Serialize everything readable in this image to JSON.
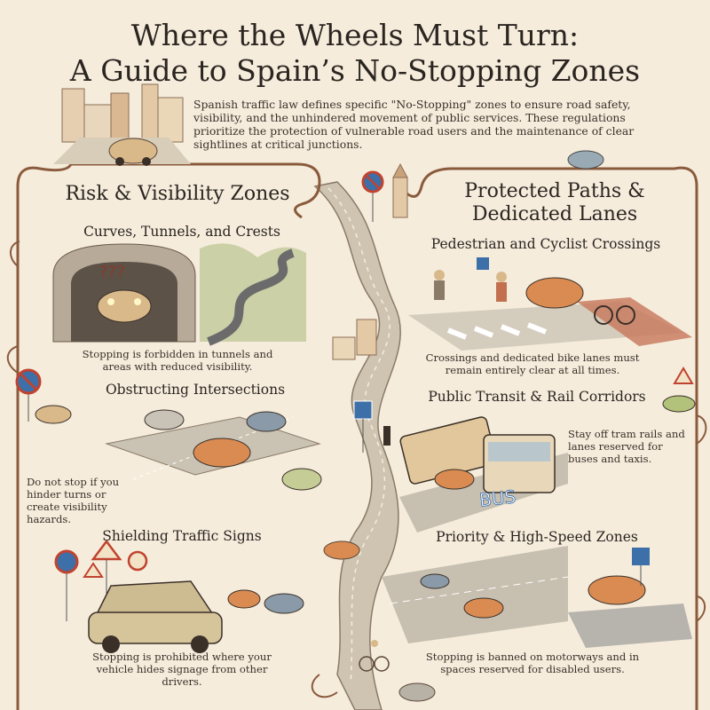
{
  "title": {
    "line1": "Where the Wheels Must Turn:",
    "line2": "A Guide to Spain’s No-Stopping Zones"
  },
  "intro": "Spanish traffic law defines specific \"No-Stopping\" zones to ensure road safety, visibility, and the unhindered movement of public services. These regulations prioritize the protection of vulnerable road users and the maintenance of clear sightlines at critical junctions.",
  "left_panel": {
    "heading": "Risk & Visibility Zones",
    "sections": [
      {
        "title": "Curves, Tunnels, and Crests",
        "caption": "Stopping is forbidden in tunnels and areas with reduced visibility."
      },
      {
        "title": "Obstructing Intersections",
        "caption": "Do not stop if you hinder turns or create visibility hazards."
      },
      {
        "title": "Shielding Traffic Signs",
        "caption": "Stopping is prohibited where your vehicle hides signage from other drivers."
      }
    ]
  },
  "right_panel": {
    "heading_line1": "Protected Paths &",
    "heading_line2": "Dedicated Lanes",
    "sections": [
      {
        "title": "Pedestrian and Cyclist Crossings",
        "caption": "Crossings and dedicated bike lanes must remain entirely clear at all times."
      },
      {
        "title": "Public Transit & Rail Corridors",
        "caption": "Stay off tram rails and lanes reserved for buses and taxis."
      },
      {
        "title": "Priority & High-Speed Zones",
        "caption": "Stopping is banned on motorways and in spaces reserved for disabled users."
      }
    ]
  },
  "illustration": {
    "bus_lane_text": "BUS",
    "question_marks": "???",
    "colors": {
      "parchment": "#f5ecdc",
      "frame": "#8a5a3c",
      "car_tan": "#d9b98a",
      "car_orange": "#d98b52",
      "sign_red": "#c0432f",
      "sign_blue": "#3d6fa8"
    }
  }
}
